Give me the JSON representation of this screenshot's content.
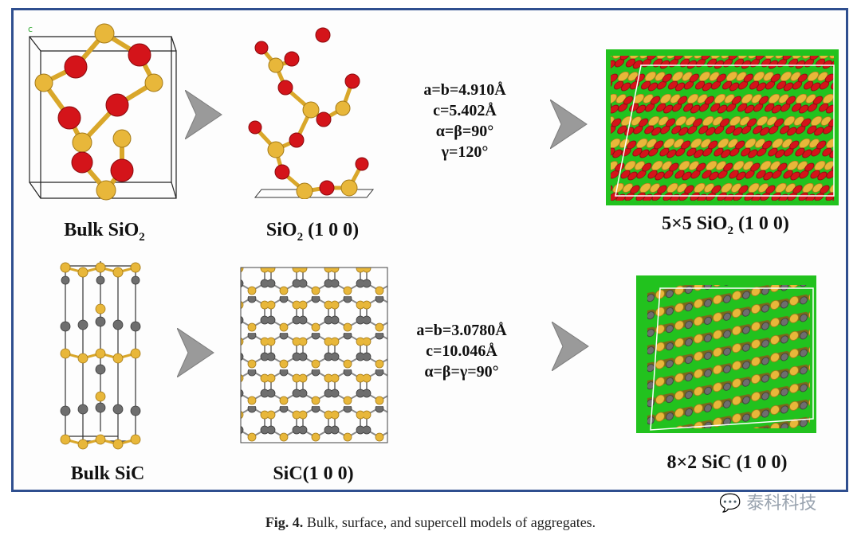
{
  "panels": {
    "bulk_sio2": "Bulk SiO",
    "bulk_sio2_sub": "2",
    "sio2_100": "SiO",
    "sio2_100_sub": "2",
    "sio2_100_tail": " (1 0 0)",
    "supercell_sio2": "5×5 SiO",
    "supercell_sio2_sub": "2",
    "supercell_sio2_tail": " (1 0 0)",
    "bulk_sic": "Bulk SiC",
    "sic_100": "SiC(1 0 0)",
    "supercell_sic": "8×2 SiC (1 0 0)"
  },
  "sio2_params": [
    "a=b=4.910Å",
    "c=5.402Å",
    "α=β=90°",
    "γ=120°"
  ],
  "sic_params": [
    "a=b=3.0780Å",
    "c=10.046Å",
    "α=β=γ=90°"
  ],
  "axis_letter": "c",
  "caption": {
    "prefix": "Fig. 4.",
    "text": " Bulk, surface, and supercell models of aggregates."
  },
  "watermark": "泰科科技",
  "colors": {
    "frame": "#2f4f8f",
    "oxygen": "#d4141a",
    "silicon": "#e8b73a",
    "carbon": "#6e6e6e",
    "background_green": "#22c21e",
    "arrow": "#9a9a9a"
  }
}
